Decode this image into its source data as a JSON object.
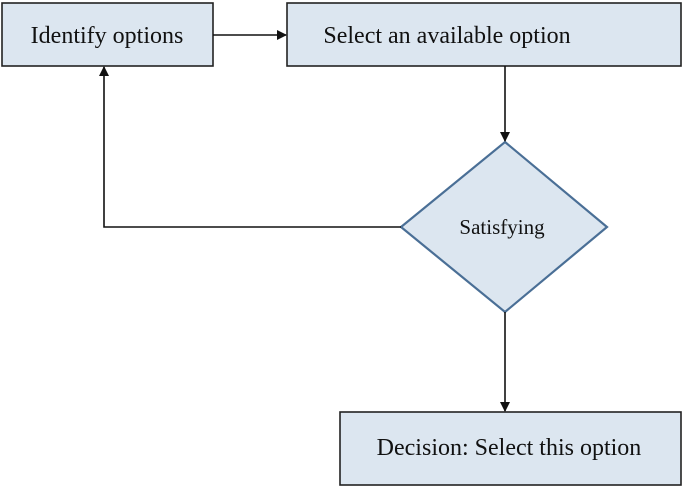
{
  "nodes": {
    "identify": "Identify options",
    "select": "Select an available option",
    "satisfying": "Satisfying",
    "decision": "Decision: Select this option"
  },
  "colors": {
    "node_fill": "#dce6f0",
    "diamond_stroke": "#4a6f96",
    "line": "#111111"
  }
}
